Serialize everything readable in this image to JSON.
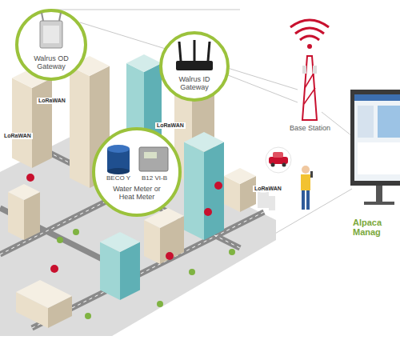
{
  "diagram": {
    "nodes": [
      {
        "text": [
          "Walrus OD Gateway"
        ]
      },
      {
        "text": [
          "Walrus ID Gateway"
        ]
      },
      {
        "text": [
          "BECO Y",
          "B12 VI-B",
          "Water Meter or Heat Meter"
        ]
      }
    ],
    "labels": [
      "LoRaWAN",
      "LoRaWAN",
      "LoRaWAN",
      "LoRaWAN",
      "Base Station",
      "Alpaca Manag"
    ]
  }
}
